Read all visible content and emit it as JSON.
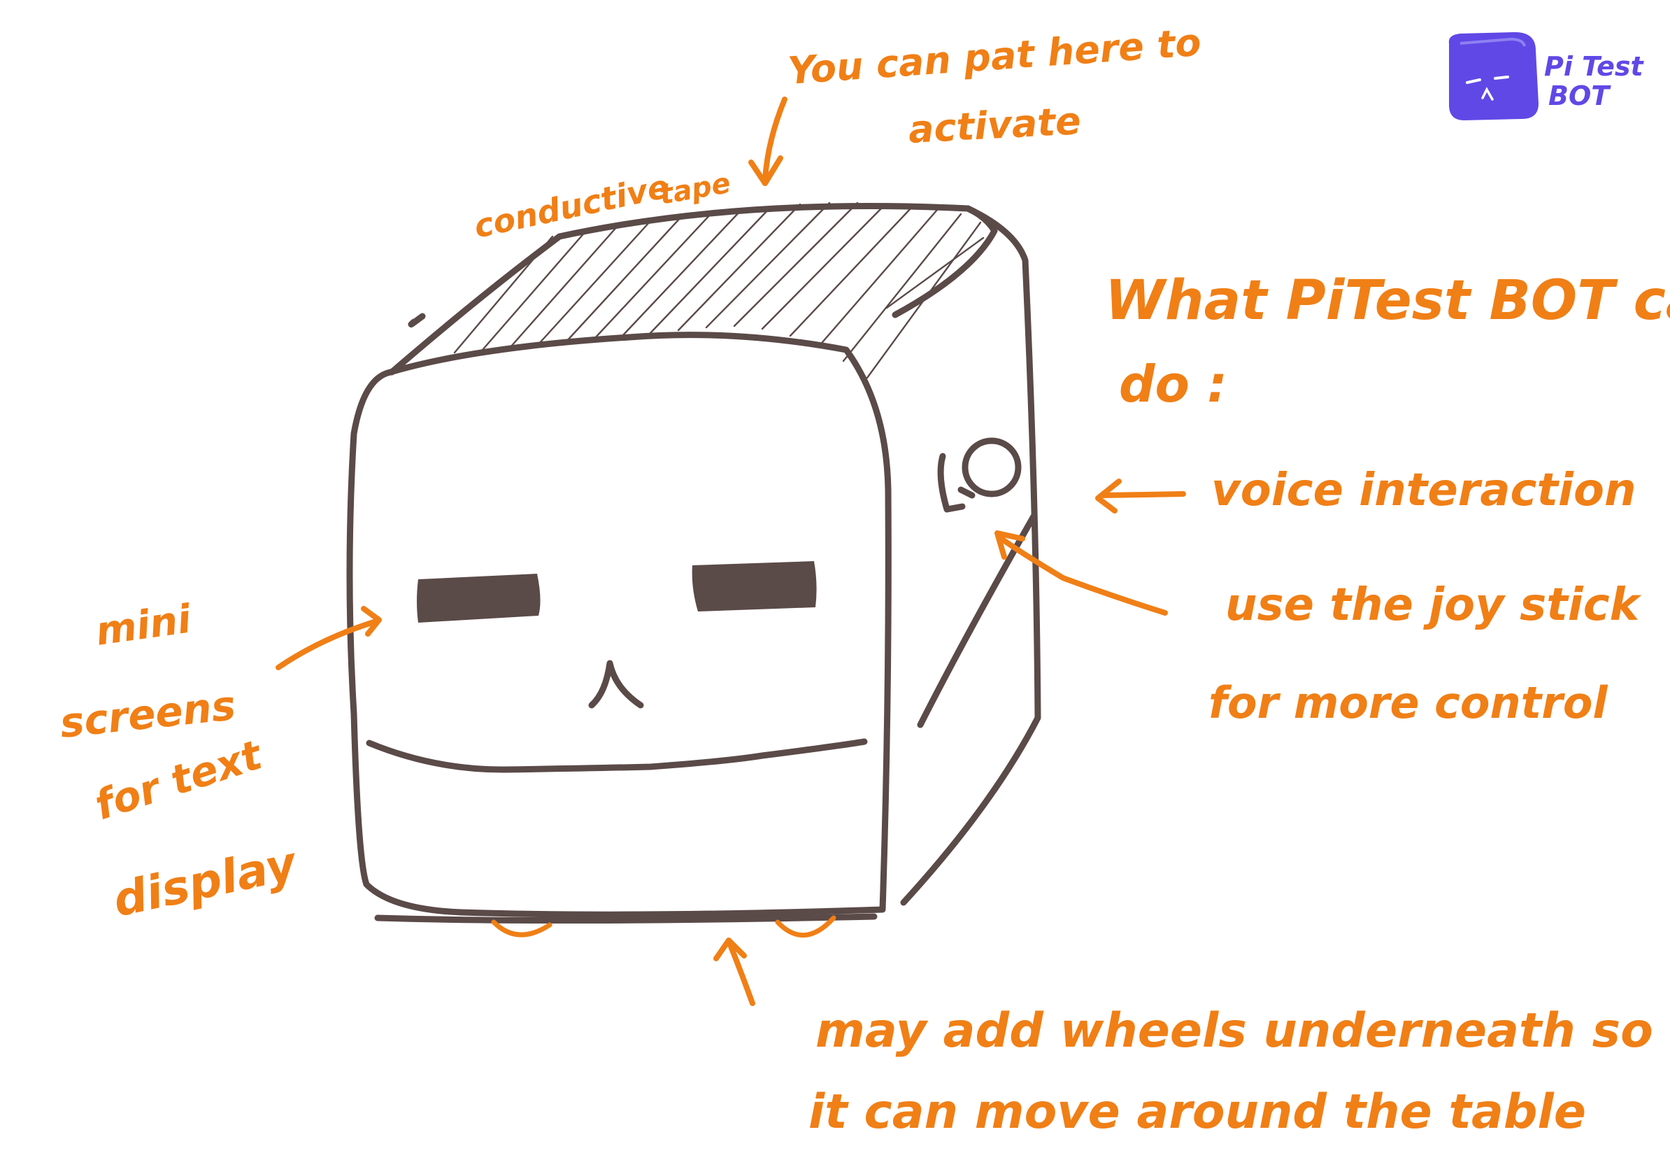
{
  "brand": {
    "lines": [
      "Pi Test",
      "BOT"
    ]
  },
  "heading": {
    "lines": [
      "What PiTest BOT can",
      "do :"
    ]
  },
  "annotations": {
    "pat": [
      "You can pat here to",
      "activate"
    ],
    "tape": [
      "conductive",
      "tape"
    ],
    "voice": [
      "voice interaction"
    ],
    "joystick": [
      "use the joy stick",
      "for more control"
    ],
    "screens": [
      "mini",
      "screens",
      "for text",
      "display"
    ],
    "wheels": [
      "may add wheels underneath so",
      "it can move around the table"
    ]
  },
  "colors": {
    "annotation": "#F07F16",
    "sketch_line": "#5A4A48",
    "brand": "#6048E6"
  }
}
